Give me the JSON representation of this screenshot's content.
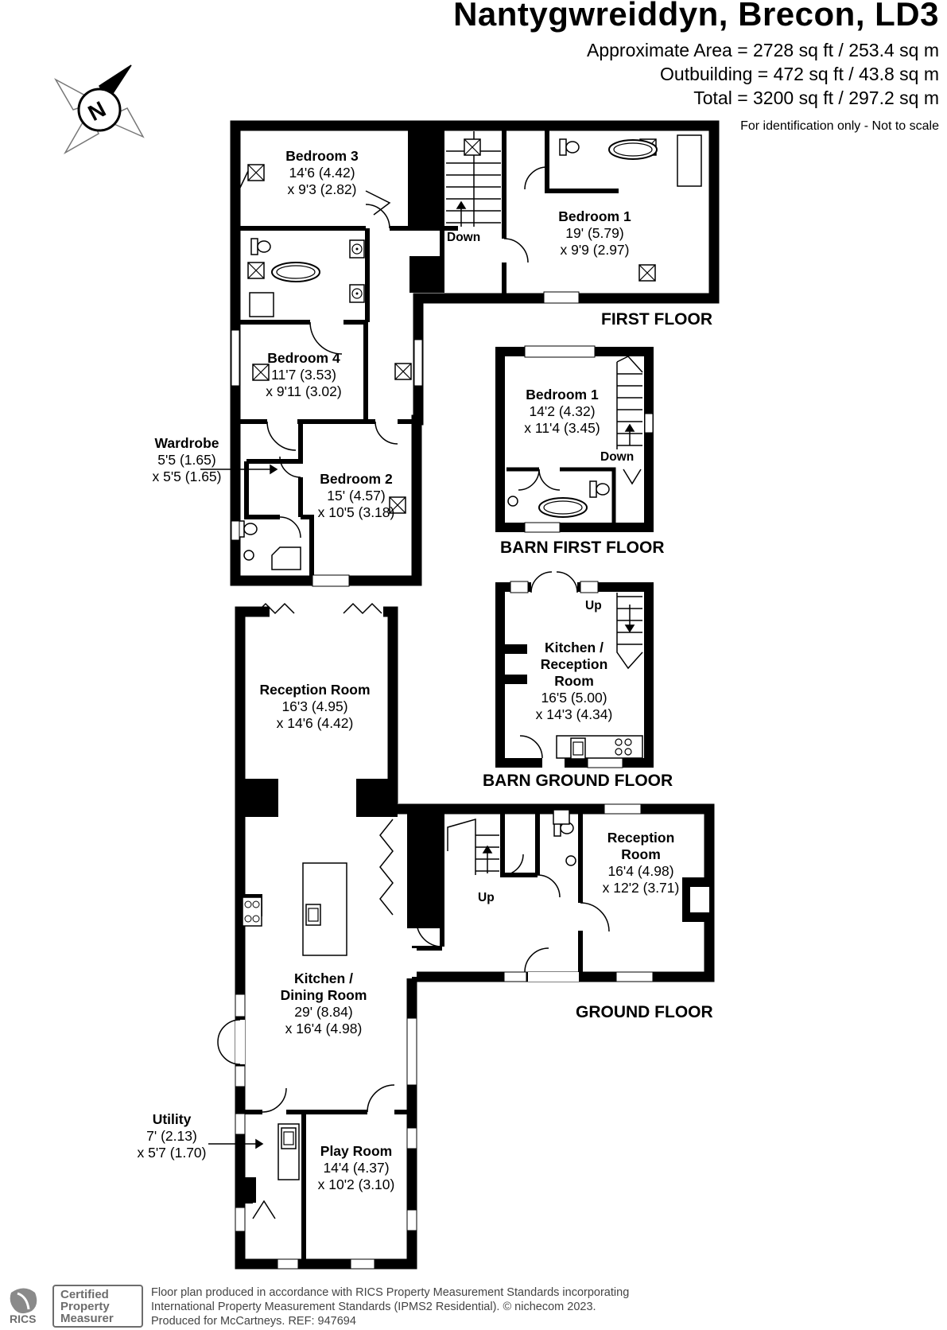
{
  "header": {
    "title": "Nantygwreiddyn, Brecon, LD3",
    "area_main": "Approximate Area = 2728 sq ft / 253.4 sq m",
    "area_outbuilding": "Outbuilding = 472 sq ft / 43.8 sq m",
    "area_total": "Total = 3200 sq ft / 297.2 sq m",
    "note": "For identification only - Not to scale"
  },
  "compass": {
    "letter": "N",
    "icon": "compass-north-icon"
  },
  "first_floor": {
    "label": "FIRST FLOOR",
    "bedroom3": {
      "name": "Bedroom 3",
      "dim1": "14'6 (4.42)",
      "dim2": "x 9'3 (2.82)"
    },
    "bedroom1": {
      "name": "Bedroom 1",
      "dim1": "19' (5.79)",
      "dim2": "x 9'9 (2.97)"
    },
    "bedroom4": {
      "name": "Bedroom 4",
      "dim1": "11'7 (3.53)",
      "dim2": "x 9'11 (3.02)"
    },
    "bedroom2": {
      "name": "Bedroom 2",
      "dim1": "15' (4.57)",
      "dim2": "x 10'5 (3.18)"
    },
    "wardrobe": {
      "name": "Wardrobe",
      "dim1": "5'5 (1.65)",
      "dim2": "x 5'5 (1.65)"
    },
    "stairs": "Down"
  },
  "barn_first_floor": {
    "label": "BARN FIRST FLOOR",
    "bedroom1": {
      "name": "Bedroom 1",
      "dim1": "14'2 (4.32)",
      "dim2": "x 11'4 (3.45)"
    },
    "stairs": "Down"
  },
  "barn_ground_floor": {
    "label": "BARN GROUND FLOOR",
    "kitchen": {
      "name_line1": "Kitchen /",
      "name_line2": "Reception",
      "name_line3": "Room",
      "dim1": "16'5 (5.00)",
      "dim2": "x 14'3 (4.34)"
    },
    "stairs": "Up"
  },
  "ground_floor": {
    "label": "GROUND FLOOR",
    "reception_room": {
      "name": "Reception Room",
      "dim1": "16'3 (4.95)",
      "dim2": "x 14'6 (4.42)"
    },
    "kitchen_dining": {
      "name_line1": "Kitchen /",
      "name_line2": "Dining Room",
      "dim1": "29' (8.84)",
      "dim2": "x 16'4 (4.98)"
    },
    "reception_room2": {
      "name_line1": "Reception",
      "name_line2": "Room",
      "dim1": "16'4 (4.98)",
      "dim2": "x 12'2 (3.71)"
    },
    "play_room": {
      "name": "Play Room",
      "dim1": "14'4 (4.37)",
      "dim2": "x 10'2 (3.10)"
    },
    "utility": {
      "name": "Utility",
      "dim1": "7' (2.13)",
      "dim2": "x 5'7 (1.70)"
    },
    "stairs": "Up"
  },
  "footer": {
    "line1": "Floor plan produced in accordance with RICS Property Measurement Standards incorporating",
    "line2": "International Property Measurement Standards (IPMS2 Residential).  © nichecom 2023.",
    "line3": "Produced for McCartneys.   REF: 947694",
    "badge_line1": "Certified",
    "badge_line2": "Property",
    "badge_line3": "Measurer",
    "badge_org": "RICS"
  }
}
